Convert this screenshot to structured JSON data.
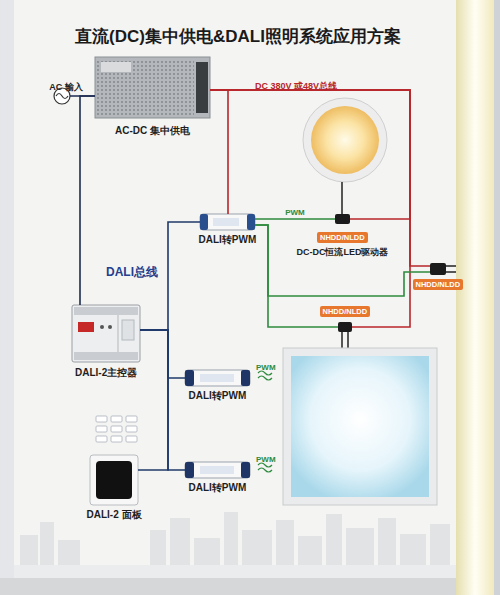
{
  "diagram": {
    "title": "直流(DC)集中供电&DALI照明系统应用方案",
    "nodes": [
      {
        "text": [
          "AC-DC 集中供电"
        ]
      },
      {
        "text": [
          "DALI转PWM"
        ]
      },
      {
        "text": [
          "NHDD/NLDD",
          "DC-DC恒流LED驱动器"
        ]
      },
      {
        "text": [
          "NHDD/NLDD"
        ]
      },
      {
        "text": [
          "NHDD/NLDD"
        ]
      },
      {
        "text": [
          "DALI-2主控器"
        ]
      },
      {
        "text": [
          "DALI转PWM"
        ]
      },
      {
        "text": [
          "DALI-2 面板"
        ]
      },
      {
        "text": [
          "DALI转PWM"
        ]
      }
    ],
    "edges": [
      {
        "from": 0,
        "to": 5,
        "arrow": "none"
      },
      {
        "from": 0,
        "to": 1,
        "arrow": "none"
      },
      {
        "from": 0,
        "to": 2,
        "arrow": "none"
      },
      {
        "from": 0,
        "to": 3,
        "arrow": "none"
      },
      {
        "from": 0,
        "to": 4,
        "arrow": "none"
      },
      {
        "from": 1,
        "to": 2,
        "label": "PWM",
        "arrow": "none"
      },
      {
        "from": 1,
        "to": 3,
        "arrow": "none"
      },
      {
        "from": 1,
        "to": 4,
        "arrow": "none"
      },
      {
        "from": 5,
        "to": 1,
        "arrow": "none"
      },
      {
        "from": 5,
        "to": 6,
        "arrow": "none"
      },
      {
        "from": 5,
        "to": 8,
        "arrow": "none"
      },
      {
        "from": 7,
        "to": 5,
        "arrow": "none"
      }
    ],
    "labels": [
      "AC 输入",
      "DC 380V 或48V总线",
      "DALI总线",
      "PWM",
      "PWM"
    ]
  }
}
